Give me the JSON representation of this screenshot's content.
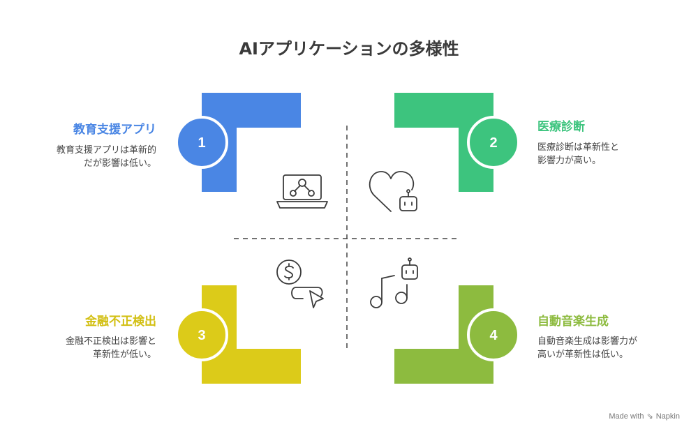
{
  "title": "AIアプリケーションの多様性",
  "colors": {
    "q1": "#4a86e4",
    "q2": "#3dc47e",
    "q3": "#dccb19",
    "q4": "#8dbb3f",
    "q1_text": "#4a86e4",
    "q2_text": "#3dc47e",
    "q3_text": "#d2bf11",
    "q4_text": "#8dbb3f"
  },
  "quadrants": [
    {
      "number": "1",
      "title": "教育支援アプリ",
      "desc_line1": "教育支援アプリは革新的",
      "desc_line2": "だが影響は低い。",
      "icon": "laptop-network-icon"
    },
    {
      "number": "2",
      "title": "医療診断",
      "desc_line1": "医療診断は革新性と",
      "desc_line2": "影響力が高い。",
      "icon": "heart-robot-icon"
    },
    {
      "number": "3",
      "title": "金融不正検出",
      "desc_line1": "金融不正検出は影響と",
      "desc_line2": "革新性が低い。",
      "icon": "dollar-cursor-icon"
    },
    {
      "number": "4",
      "title": "自動音楽生成",
      "desc_line1": "自動音楽生成は影響力が",
      "desc_line2": "高いが革新性は低い。",
      "icon": "music-robot-icon"
    }
  ],
  "footer": {
    "made_with": "Made with",
    "brand": "Napkin"
  }
}
